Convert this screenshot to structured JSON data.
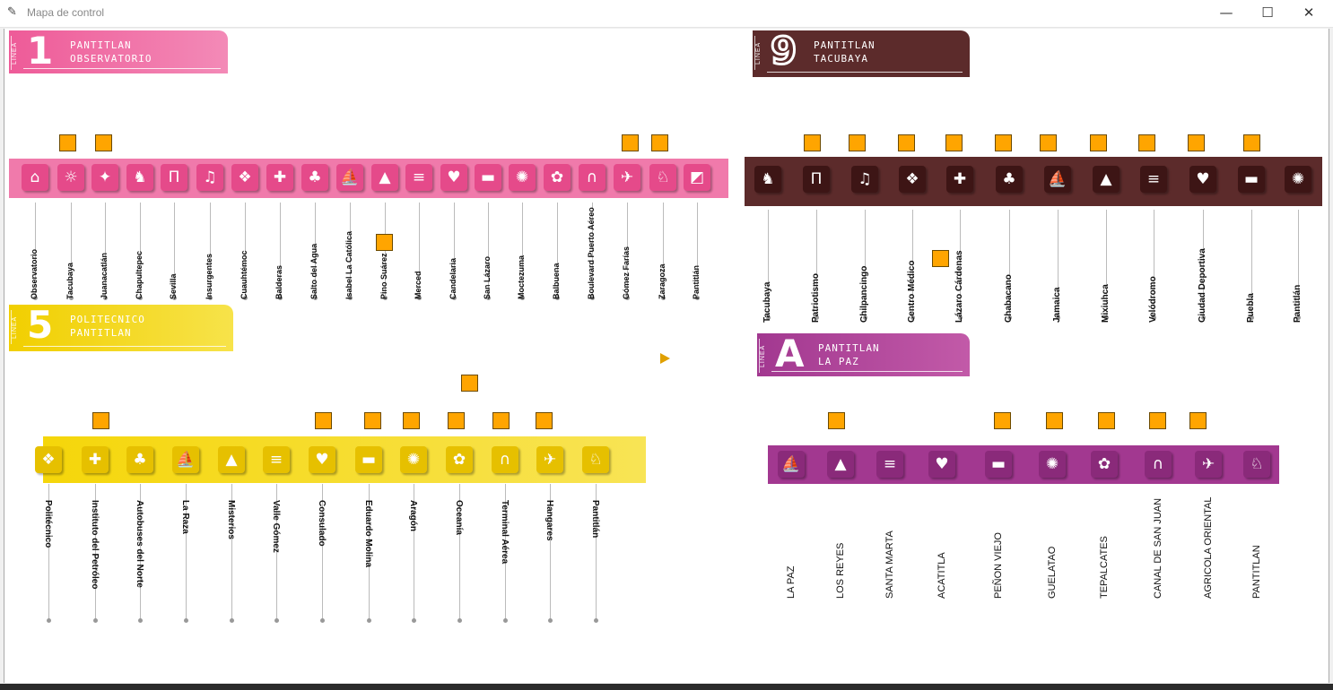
{
  "window": {
    "title": "Mapa de control",
    "minimize": "—",
    "maximize": "☐",
    "close": "✕"
  },
  "colors": {
    "line1": "#ef72a6",
    "line9": "#5c2b2b",
    "line5": "#f3d515",
    "lineA": "#a23890",
    "marker": "#ffa500"
  },
  "lines": [
    {
      "id": "1",
      "badge_vlabel": "LINEA",
      "badge_number": "1",
      "badge_line1": "PANTITLAN",
      "badge_line2": "OBSERVATORIO",
      "stations": [
        "Observatorio",
        "Tacubaya",
        "Juanacatlán",
        "Chapultepec",
        "Sevilla",
        "Insurgentes",
        "Cuauhtémoc",
        "Balderas",
        "Salto del Agua",
        "Isabel La Católica",
        "Pino Suárez",
        "Merced",
        "Candelaria",
        "San Lázaro",
        "Moctezuma",
        "Balbuena",
        "Boulevard Puerto Aéreo",
        "Gómez Farías",
        "Zaragoza",
        "Pantitlán"
      ],
      "icons": [
        "observatory-icon",
        "fountain-icon",
        "grasshopper-icon",
        "lion-icon",
        "aqueduct-icon",
        "bell-icon",
        "eagle-head-icon",
        "cannon-icon",
        "palm-icon",
        "ship-icon",
        "pyramid-icon",
        "cakes-icon",
        "duck-icon",
        "train-icon",
        "sun-icon",
        "flower-icon",
        "arch-icon",
        "plane-icon",
        "horse-icon",
        "pantitlan-icon"
      ]
    },
    {
      "id": "9",
      "badge_vlabel": "LINEA",
      "badge_number": "9",
      "badge_line1": "PANTITLAN",
      "badge_line2": "TACUBAYA",
      "stations": [
        "Tacubaya",
        "Patriotismo",
        "Chilpancingo",
        "Centro Médico",
        "Lázaro Cárdenas",
        "Chabacano",
        "Jamaica",
        "Mixiuhca",
        "Velódromo",
        "Ciudad Deportiva",
        "Puebla",
        "Pantitlán"
      ],
      "icons": [
        "fountain-icon",
        "flag-icon",
        "wasp-icon",
        "medical-icon",
        "profile-icon",
        "apricot-icon",
        "corn-icon",
        "drummer-icon",
        "cyclist-icon",
        "athlete-icon",
        "angel-icon",
        "pantitlan-icon"
      ]
    },
    {
      "id": "5",
      "badge_vlabel": "LINEA",
      "badge_number": "5",
      "badge_line1": "POLITECNICO",
      "badge_line2": "PANTITLAN",
      "stations": [
        "Politécnico",
        "Instituto del Petróleo",
        "Autobuses del Norte",
        "La Raza",
        "Misterios",
        "Valle Gómez",
        "Consulado",
        "Eduardo Molina",
        "Aragón",
        "Oceanía",
        "Terminal Aérea",
        "Hangares",
        "Pantitlán"
      ],
      "icons": [
        "gear-icon",
        "oil-rig-icon",
        "bus-icon",
        "pyramid-icon",
        "monument-icon",
        "maguey-icon",
        "circle-icon",
        "waves-icon",
        "squirrel-icon",
        "kangaroo-icon",
        "plane-icon",
        "hangar-icon",
        "pantitlan-icon"
      ]
    },
    {
      "id": "A",
      "badge_vlabel": "LINEA",
      "badge_number": "A",
      "badge_line1": "PANTITLAN",
      "badge_line2": "LA PAZ",
      "stations": [
        "LA PAZ",
        "LOS REYES",
        "SANTA MARTA",
        "ACATITLA",
        "PEÑON VIEJO",
        "GUELATAO",
        "TEPALCATES",
        "CANAL DE SAN JUAN",
        "AGRICOLA ORIENTAL",
        "PANTITLAN"
      ],
      "icons": [
        "dove-icon",
        "crown-icon",
        "saint-icon",
        "plant-icon",
        "hill-icon",
        "face-icon",
        "tepalcate-icon",
        "canal-icon",
        "corn-icon",
        "pantitlan-icon"
      ]
    }
  ]
}
